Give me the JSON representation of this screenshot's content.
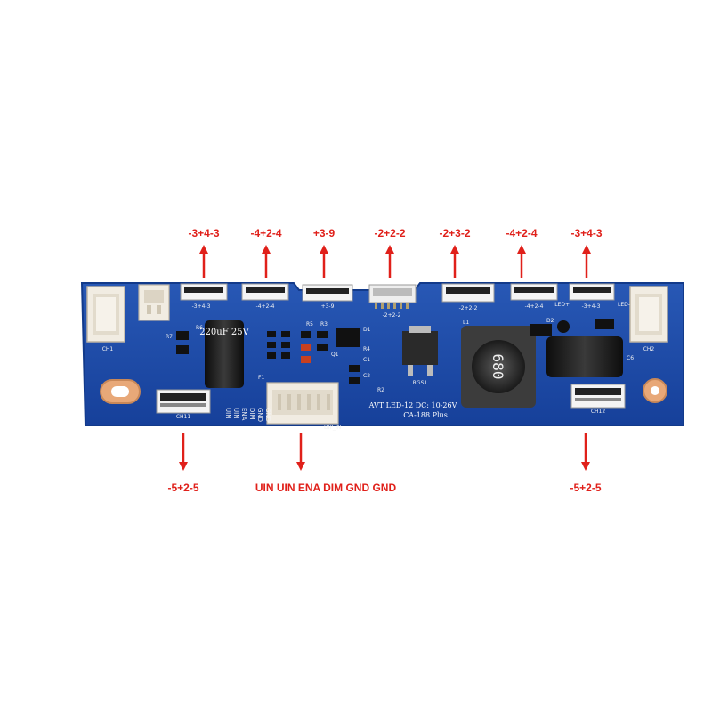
{
  "colors": {
    "arrow": "#e0201a",
    "board": "#1f4ea8",
    "copper": "#e8a878",
    "connector": "#f1ece2"
  },
  "top_labels": [
    "-3+4-3",
    "-4+2-4",
    "+3-9",
    "-2+2-2",
    "-2+3-2",
    "-4+2-4",
    "-3+4-3"
  ],
  "bottom_labels": {
    "left": "-5+2-5",
    "center": "UIN UIN ENA DIM GND GND",
    "right": "-5+2-5"
  },
  "board": {
    "model_line1": "AVT LED-12 DC: 10-26V",
    "model_line2": "CA-188 Plus",
    "header_label": "DIP_IN",
    "pin_labels": [
      "UIN",
      "UIN",
      "ENA",
      "DIM",
      "GND",
      "GND"
    ],
    "cap_large": "220uF 25V",
    "inductor": "680",
    "reg": "RGS1",
    "ch_left": "CH1",
    "ch_right": "CH2",
    "ch11": "CH11",
    "ch12": "CH12",
    "connector_marks": [
      "-3+4-3",
      "-4+2-4",
      "+3-9",
      "-2+2-2",
      "-2+2-2",
      "-4+2-4",
      "-3+4-3"
    ],
    "led_plus": "LED+",
    "led_minus": "LED-",
    "refs": [
      "R6",
      "R7",
      "R5",
      "R3",
      "R4",
      "R2",
      "C1",
      "C2",
      "D1",
      "D2",
      "L1",
      "C6",
      "F1",
      "Q1"
    ]
  }
}
